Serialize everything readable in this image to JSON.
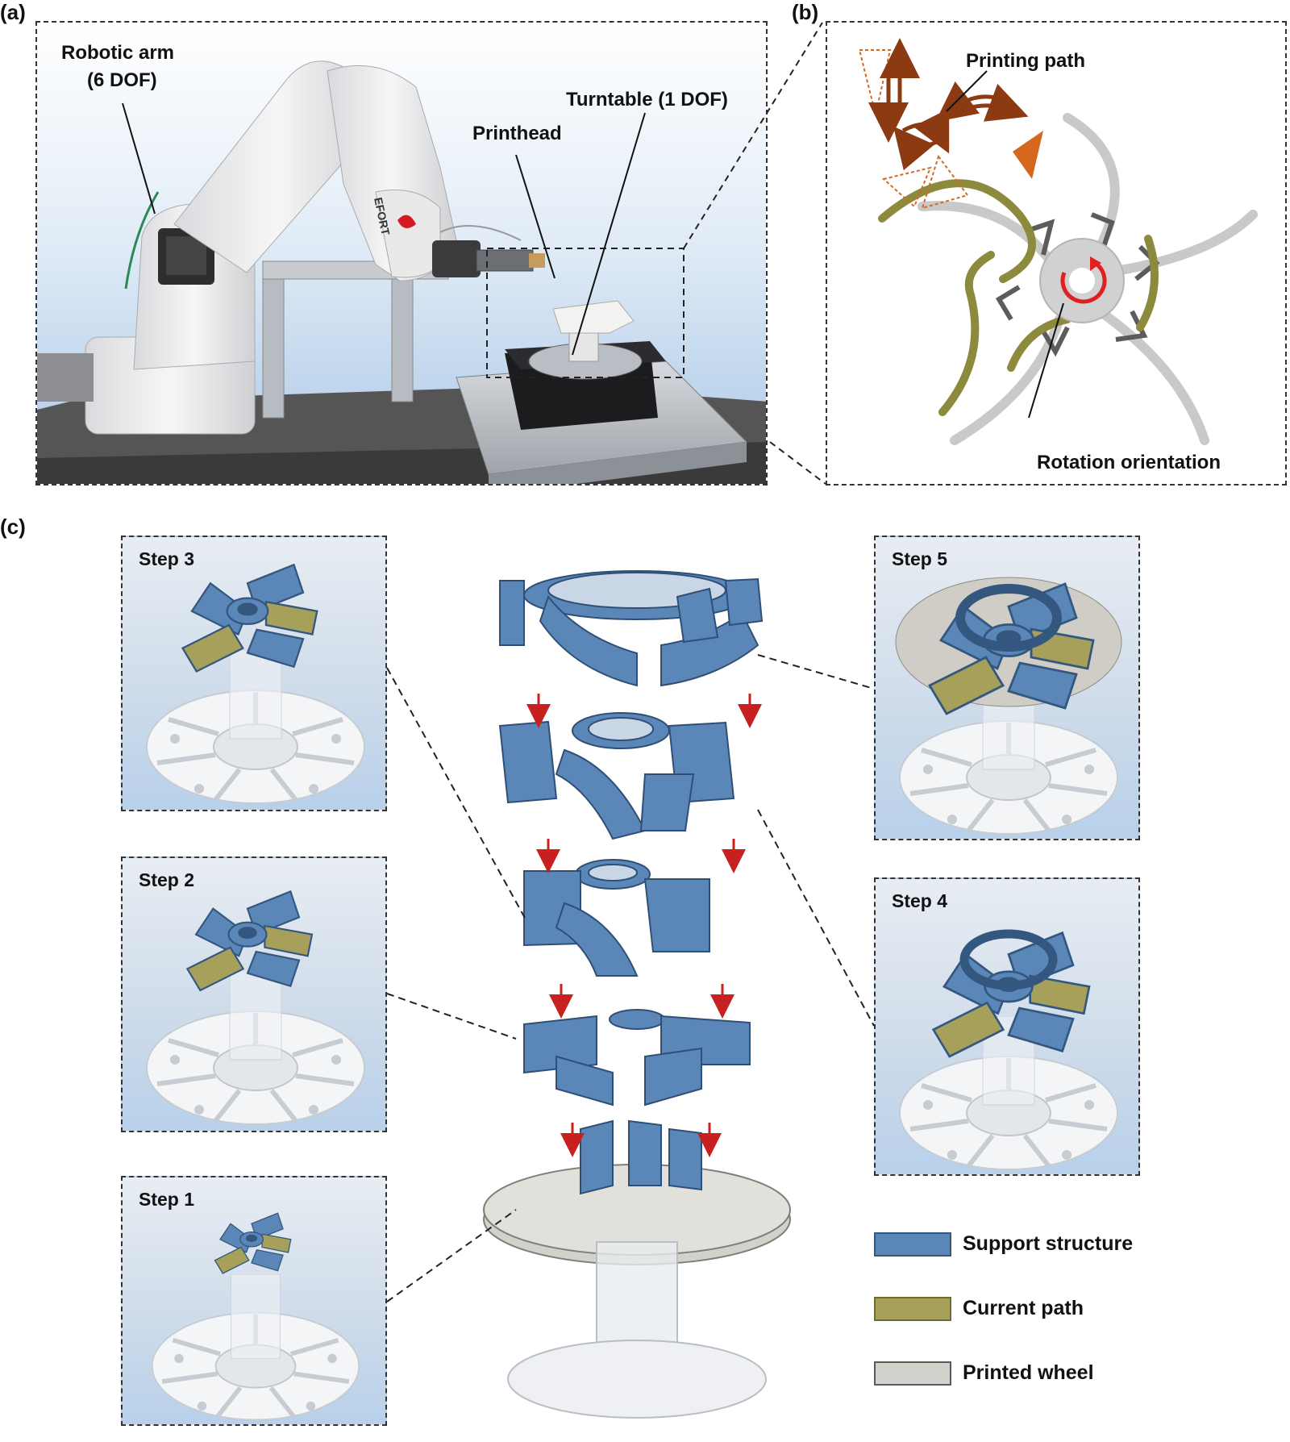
{
  "panels": {
    "a": "(a)",
    "b": "(b)",
    "c": "(c)"
  },
  "panel_a": {
    "robotic_arm": "Robotic arm",
    "robotic_arm_dof": "(6 DOF)",
    "turntable": "Turntable (1 DOF)",
    "printhead": "Printhead",
    "arm_brand": "EFORT"
  },
  "panel_b": {
    "printing_path": "Printing path",
    "rotation_orientation": "Rotation orientation"
  },
  "steps": {
    "step1": "Step 1",
    "step2": "Step 2",
    "step3": "Step 3",
    "step4": "Step 4",
    "step5": "Step 5"
  },
  "legend": {
    "items": [
      {
        "label": "Support structure",
        "color": "#5b86b8"
      },
      {
        "label": "Current path",
        "color": "#a6a05a"
      },
      {
        "label": "Printed wheel",
        "color": "#d2d1cb"
      }
    ]
  },
  "colors": {
    "support": "#5b86b8",
    "support_dark": "#34577f",
    "current": "#a6a05a",
    "printed": "#d2d1cb",
    "arrow": "#c62020",
    "path_arrow": "#8b3a12",
    "nozzle": "#d4681e",
    "sky": "#b9d1ea"
  }
}
